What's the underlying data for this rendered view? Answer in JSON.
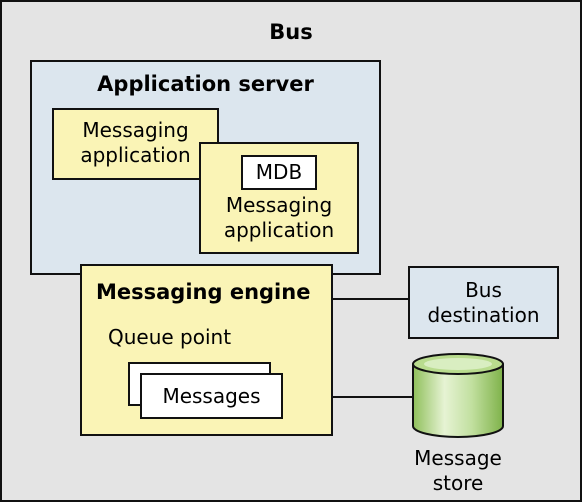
{
  "bus": {
    "title": "Bus"
  },
  "application_server": {
    "title": "Application server",
    "apps": [
      {
        "label_line1": "Messaging",
        "label_line2": "application"
      },
      {
        "label_line1": "Messaging",
        "label_line2": "application",
        "badge": "MDB"
      }
    ]
  },
  "messaging_engine": {
    "title": "Messaging engine",
    "queue_point": "Queue point",
    "messages": "Messages"
  },
  "bus_destination": {
    "line1": "Bus",
    "line2": "destination"
  },
  "message_store": {
    "line1": "Message",
    "line2": "store"
  },
  "colors": {
    "bus_background": "#e4e4e4",
    "server_background": "#dce6ee",
    "component_background": "#faf4b6",
    "store_green": "#a8cc78"
  }
}
